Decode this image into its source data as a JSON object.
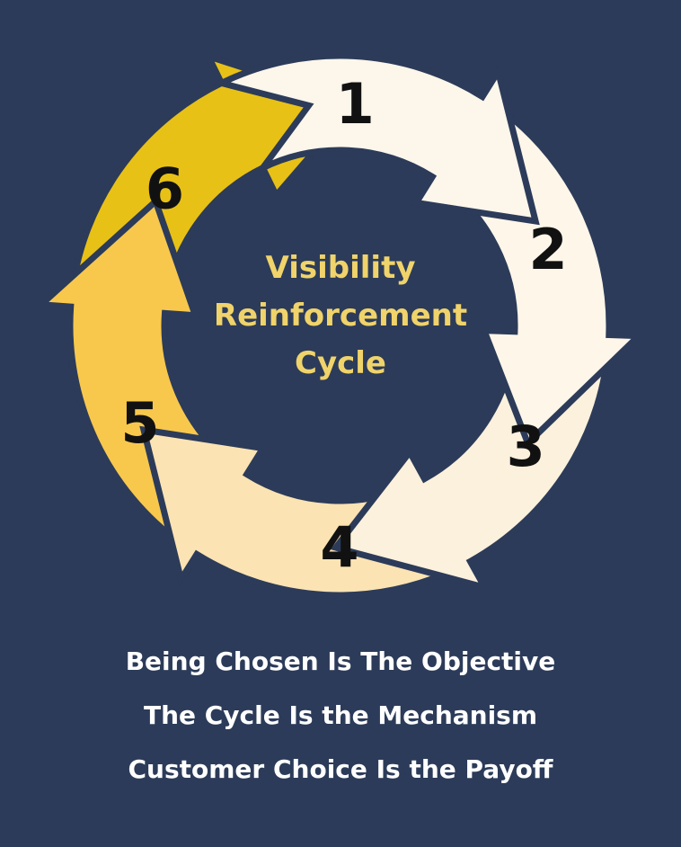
{
  "diagram": {
    "center_title": [
      "Visibility",
      "Reinforcement",
      "Cycle"
    ],
    "segments": [
      {
        "label": "1",
        "color": "#fcf6eb"
      },
      {
        "label": "2",
        "color": "#fdf6e9"
      },
      {
        "label": "3",
        "color": "#fcf1dc"
      },
      {
        "label": "4",
        "color": "#fbe3b3"
      },
      {
        "label": "5",
        "color": "#f8c84d"
      },
      {
        "label": "6",
        "color": "#e8c116"
      }
    ],
    "colors": {
      "background": "#2c3b59",
      "center_text": "#f0d36a",
      "tagline_text": "#ffffff"
    }
  },
  "taglines": [
    "Being Chosen Is The Objective",
    "The Cycle Is the Mechanism",
    "Customer Choice Is the Payoff"
  ]
}
